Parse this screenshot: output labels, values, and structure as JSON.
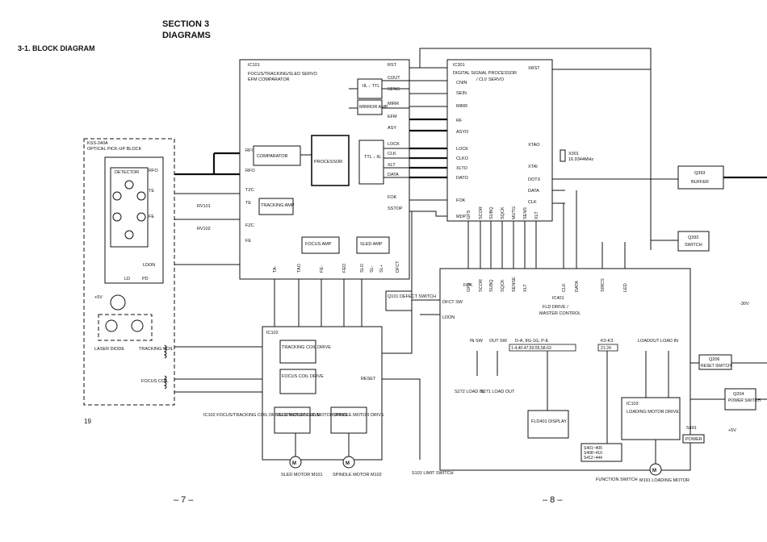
{
  "header": {
    "section": "SECTION 3",
    "title": "DIAGRAMS",
    "subsection": "3-1.  BLOCK DIAGRAM"
  },
  "pages": {
    "left": "– 7 –",
    "right": "– 8 –",
    "side": "19"
  },
  "pickup": {
    "model": "KSS-240A",
    "name": "OPTICAL PICK-UP BLOCK",
    "detector": "DETECTOR",
    "laser_diode": "LASER DIODE",
    "tracking_coil": "TRACKING COIL",
    "focus_coil": "FOCUS COIL",
    "ld": "LD",
    "pd": "PD",
    "supply": "+5V",
    "rfo": "RFO",
    "te": "TE",
    "fe": "FE",
    "ldon": "LDON"
  },
  "ic101": {
    "ref": "IC101",
    "desc1": "FOCUS/TRACKING/SLED SERVO",
    "desc2": "EFM COMPARATOR",
    "comparator": "COMPARATOR",
    "processor": "PROCESSOR",
    "ttl_iil": "IIL ↓ TTL",
    "ttl_iil2": "TTL ↓ IIL",
    "mirror_amp": "MIRROR AMP",
    "tracking_amp": "TRACKING AMP",
    "focus_amp": "FOCUS AMP",
    "sled_amp": "SLED AMP",
    "inputs": [
      "RFI",
      "RFO",
      "TZC",
      "TE",
      "FZC",
      "FE"
    ],
    "outputs": [
      "RST",
      "COUT",
      "SENS",
      "MIRR",
      "EFM",
      "ASY",
      "LOCK",
      "CLK",
      "XLT",
      "DATA",
      "FOK",
      "SSTOP"
    ],
    "bottom_pins": [
      "TA-",
      "TAO",
      "FE-",
      "FEO",
      "SLO",
      "SL-",
      "SL+",
      "DFCT"
    ],
    "rv101": "RV101",
    "rv102": "RV102"
  },
  "ic301": {
    "ref": "IC301",
    "desc1": "DIGITAL SIGNAL PROCESSOR",
    "desc2": "/ CLV SERVO",
    "left_pins": [
      "CNIN",
      "SEIN",
      "MIRR",
      "RF",
      "ASYO",
      "LOCK",
      "CLKO",
      "XLTO",
      "DATO",
      "FOK",
      "MDP"
    ],
    "right_pins": [
      "XRST",
      "XTAO",
      "XTAI",
      "DOTX",
      "DATA",
      "CLK"
    ],
    "bottom_pins": [
      "GFS",
      "SCOR",
      "SUBQ",
      "SQCK",
      "MUTG",
      "SENS",
      "XLT"
    ],
    "xtal": "X301",
    "xtal_freq": "16.9344MHz"
  },
  "ic401": {
    "ref": "IC401",
    "desc1": "FLD DRIVE /",
    "desc2": "MASTER CONTROL",
    "top_pins": [
      "GFS",
      "SCOR",
      "SUBQ",
      "SQCK",
      "SENSE",
      "XLT",
      "CLK",
      "DATA",
      "SIRCS",
      "LED"
    ],
    "fok": "FOK",
    "dfct_sw": "DFCT SW",
    "ldon": "LDON",
    "in_sw": "IN SW",
    "out_sw": "OUT SW",
    "grid": "D-A, 8G-1G, P-E",
    "grid_pins": "1-4,40-47,50-55,58-63",
    "keys": "K0-K3",
    "keys_pins": "21-24",
    "loadout": "LOADOUT",
    "loadin": "LOAD IN"
  },
  "ic102": {
    "ref": "IC102",
    "tracking": "TRACKING COIL DRIVE",
    "focus": "FOCUS COIL DRIVE",
    "sled": "SLED MOTOR DRIVE",
    "spindle": "SPINDLE MOTOR DRIVE",
    "reset": "RESET",
    "caption": "IC102 FOCUS/TRACKING COIL DRIVE SPINDLE/SLED MOTOR DRIVE"
  },
  "ic103": {
    "ref": "IC103",
    "desc": "LOADING MOTOR DRIVE"
  },
  "blocks": {
    "q101": "Q101 DEFECT SWITCH",
    "q393": "Q393",
    "q393_desc": "BUFFER",
    "q392": "Q392",
    "q392_desc": "SWITCH",
    "q206": "Q206",
    "q206_desc": "RESET SWITCH",
    "q204": "Q204",
    "q204_desc": "POWER SWITCH",
    "fld": "FLD401 DISPLAY",
    "power": "POWER",
    "s491": "S491",
    "s272": "S272 LOAD IN",
    "s271": "S271 LOAD OUT",
    "s101": "S101 LIMIT SWITCH",
    "keys_list": [
      "S401~406",
      "S408~410",
      "S412~444"
    ],
    "function": "FUNCTION SWITCH",
    "sled_motor": "SLED MOTOR M101",
    "spindle_motor": "SPINDLE MOTOR M102",
    "loading_motor": "M191 LOADING MOTOR",
    "minus30": "-30V",
    "plus5": "+5V"
  }
}
